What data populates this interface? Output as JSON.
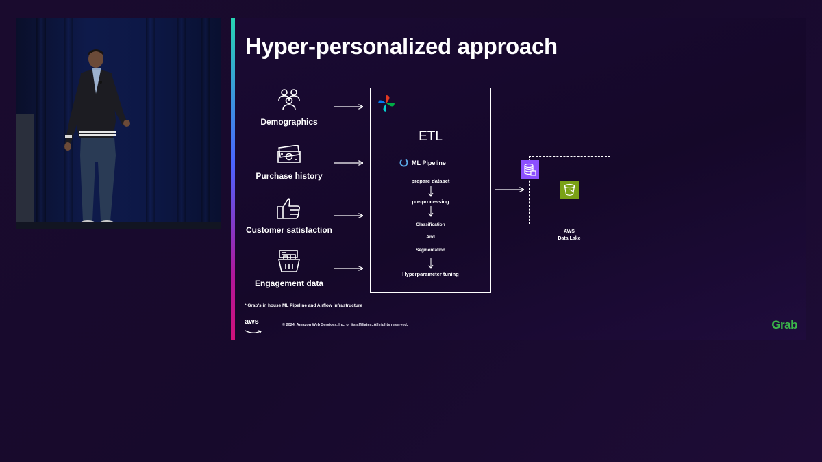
{
  "slide": {
    "title": "Hyper-personalized approach",
    "sources": [
      {
        "label": "Demographics",
        "icon": "people-icon"
      },
      {
        "label": "Purchase history",
        "icon": "money-icon"
      },
      {
        "label": "Customer satisfaction",
        "icon": "thumbs-up-icon"
      },
      {
        "label": "Engagement data",
        "icon": "basket-icon"
      }
    ],
    "etl": {
      "title": "ETL",
      "pipeline_label": "ML Pipeline",
      "steps": [
        "prepare dataset",
        "pre-processing"
      ],
      "classification": [
        "Classification",
        "And",
        "Segmentation"
      ],
      "final_step": "Hyperparameter tuning"
    },
    "data_lake": {
      "line1": "AWS",
      "line2": "Data Lake"
    },
    "footnote": "* Grab's in house ML Pipeline and Airflow infrastructure",
    "copyright": "© 2024, Amazon Web Services, Inc. or its affiliates. All rights reserved.",
    "aws_logo": "aws",
    "grab_logo": "Grab"
  },
  "colors": {
    "accent_teal": "#27d3b3",
    "accent_magenta": "#d0117a",
    "grab_green": "#3bb64a",
    "data_lake_icon": "#7aa116",
    "catalog_icon": "#8c4fff"
  }
}
